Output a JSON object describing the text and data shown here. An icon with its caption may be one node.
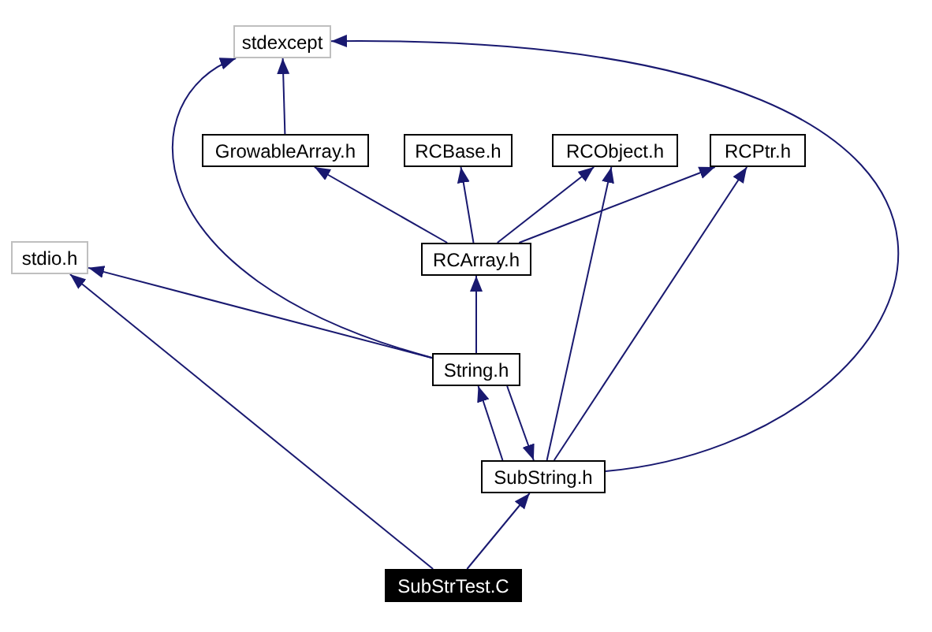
{
  "diagram": {
    "nodes": [
      {
        "text": [
          "stdexcept"
        ]
      },
      {
        "text": [
          "GrowableArray.h"
        ]
      },
      {
        "text": [
          "RCBase.h"
        ]
      },
      {
        "text": [
          "RCObject.h"
        ]
      },
      {
        "text": [
          "RCPtr.h"
        ]
      },
      {
        "text": [
          "stdio.h"
        ]
      },
      {
        "text": [
          "RCArray.h"
        ]
      },
      {
        "text": [
          "String.h"
        ]
      },
      {
        "text": [
          "SubString.h"
        ]
      },
      {
        "text": [
          "SubStrTest.C"
        ]
      }
    ],
    "edges": [
      {
        "from": 1,
        "to": 0,
        "arrow": "to"
      },
      {
        "from": 6,
        "to": 1,
        "arrow": "to"
      },
      {
        "from": 6,
        "to": 2,
        "arrow": "to"
      },
      {
        "from": 6,
        "to": 3,
        "arrow": "to"
      },
      {
        "from": 6,
        "to": 4,
        "arrow": "to"
      },
      {
        "from": 7,
        "to": 0,
        "arrow": "to"
      },
      {
        "from": 7,
        "to": 5,
        "arrow": "to"
      },
      {
        "from": 7,
        "to": 6,
        "arrow": "to"
      },
      {
        "from": 8,
        "to": 7,
        "arrow": "to"
      },
      {
        "from": 7,
        "to": 8,
        "arrow": "to"
      },
      {
        "from": 8,
        "to": 3,
        "arrow": "to"
      },
      {
        "from": 8,
        "to": 4,
        "arrow": "to"
      },
      {
        "from": 8,
        "to": 0,
        "arrow": "to"
      },
      {
        "from": 9,
        "to": 5,
        "arrow": "to"
      },
      {
        "from": 9,
        "to": 8,
        "arrow": "to"
      }
    ]
  }
}
